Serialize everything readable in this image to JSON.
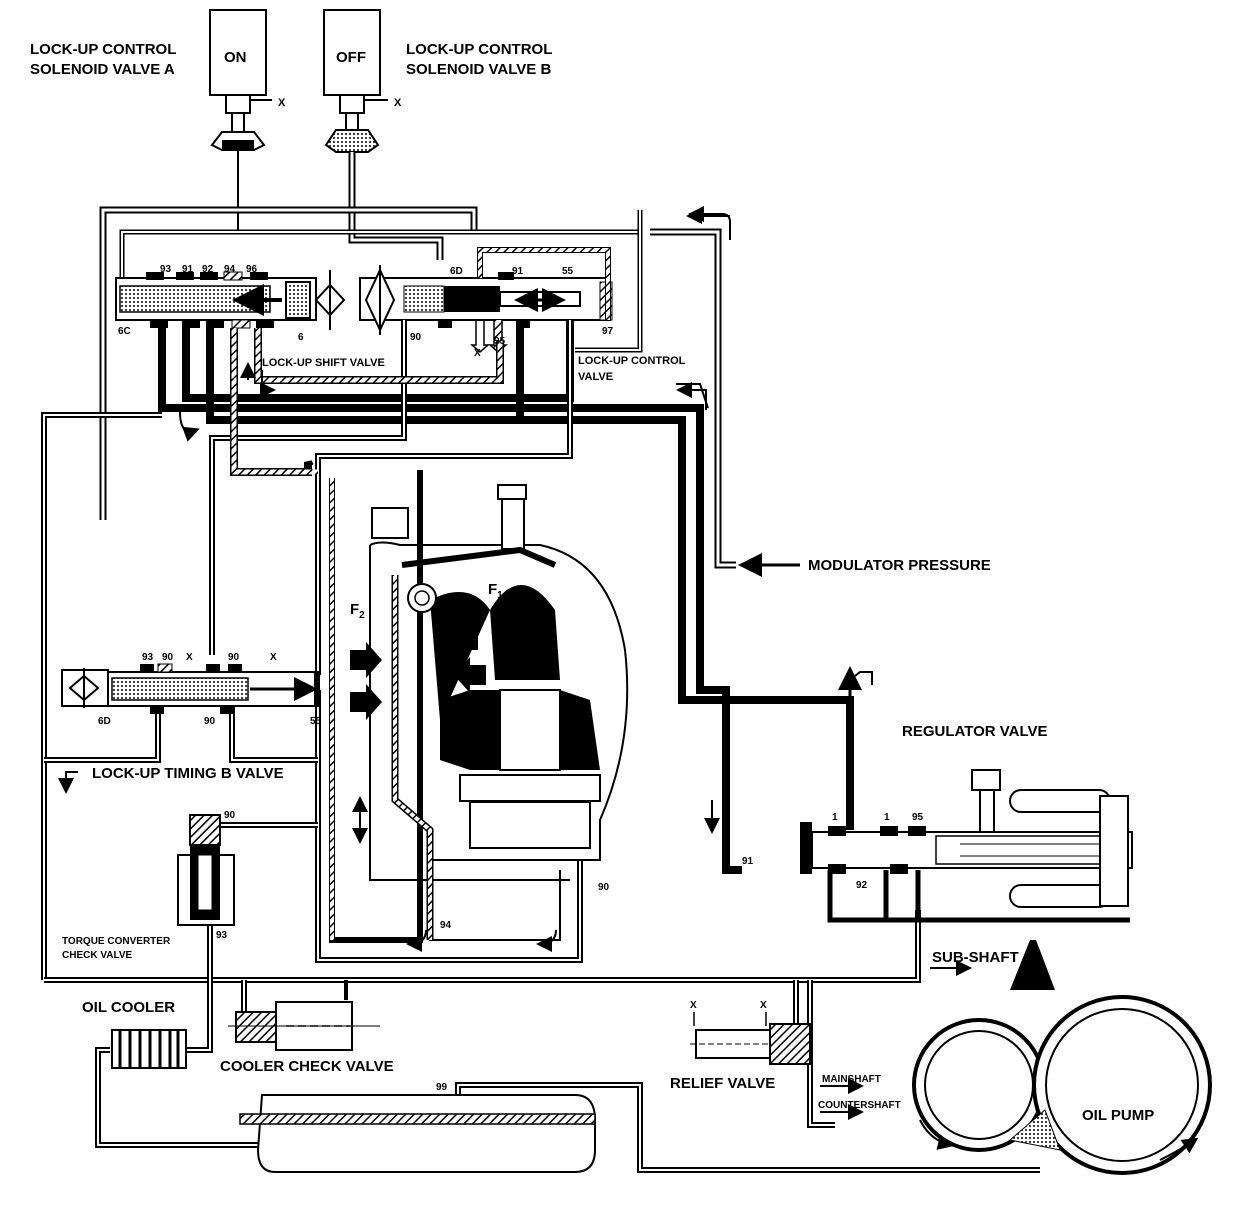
{
  "solenoid_a": {
    "line1": "LOCK-UP CONTROL",
    "line2": "SOLENOID VALVE A",
    "state": "ON",
    "drain": "X"
  },
  "solenoid_b": {
    "line1": "LOCK-UP CONTROL",
    "line2": "SOLENOID VALVE B",
    "state": "OFF",
    "drain": "X"
  },
  "shift_valve": {
    "label": "LOCK-UP SHIFT VALVE",
    "ports": {
      "p93": "93",
      "p91": "91",
      "p92": "92",
      "p94": "94",
      "p96": "96",
      "p6c": "6C",
      "p6": "6"
    }
  },
  "control_valve": {
    "line1": "LOCK-UP CONTROL",
    "line2": "VALVE",
    "ports": {
      "p6d": "6D",
      "p91": "91",
      "p55": "55",
      "p90": "90",
      "p97": "97",
      "p95": "95",
      "x": "X"
    }
  },
  "modulator": {
    "label": "MODULATOR PRESSURE"
  },
  "timing_valve": {
    "label": "LOCK-UP TIMING B VALVE",
    "ports": {
      "p93": "93",
      "p90a": "90",
      "xa": "X",
      "p90b": "90",
      "xb": "X",
      "p6d": "6D",
      "p90c": "90",
      "p55": "55"
    }
  },
  "converter": {
    "f1_main": "F",
    "f1_sub": "1",
    "f2_main": "F",
    "f2_sub": "2",
    "p91": "91",
    "p90": "90",
    "p94": "94"
  },
  "check_valve": {
    "line1": "TORQUE CONVERTER",
    "line2": "CHECK VALVE",
    "p90": "90",
    "p93": "93"
  },
  "regulator": {
    "label": "REGULATOR VALVE",
    "ports": {
      "p1a": "1",
      "p1b": "1",
      "p95": "95",
      "p92": "92"
    }
  },
  "oil_cooler": {
    "label": "OIL COOLER"
  },
  "cooler_check": {
    "label": "COOLER CHECK VALVE"
  },
  "line99": {
    "label": "99"
  },
  "relief": {
    "label": "RELIEF VALVE",
    "xa": "X",
    "xb": "X"
  },
  "shafts": {
    "sub": "SUB-SHAFT",
    "main": "MAINSHAFT",
    "counter": "COUNTERSHAFT"
  },
  "pump": {
    "label": "OIL PUMP"
  }
}
